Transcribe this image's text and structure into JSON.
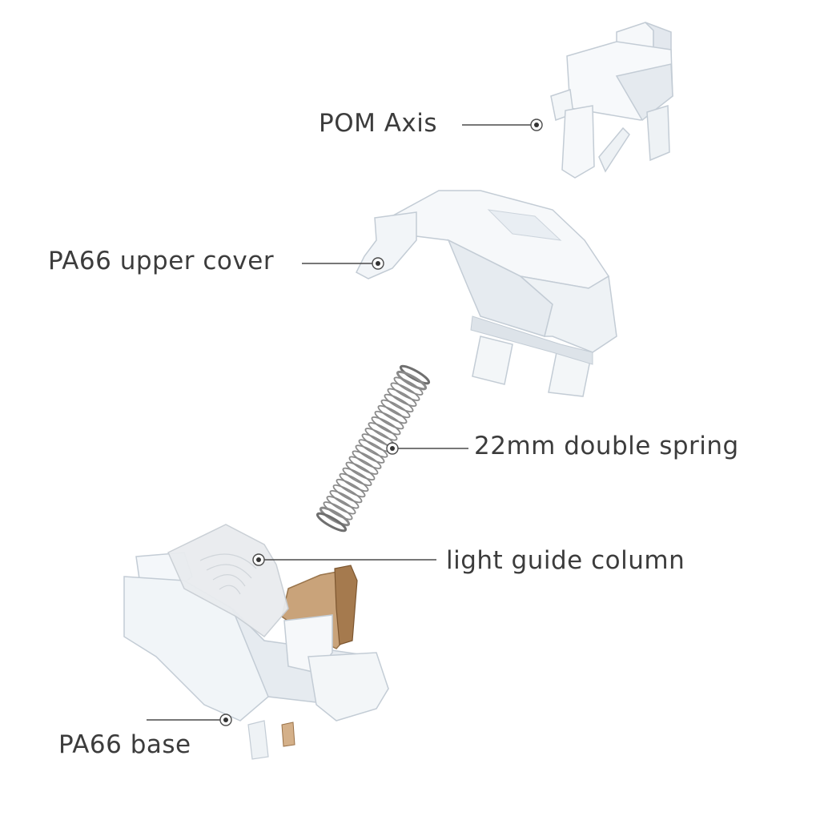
{
  "callouts": {
    "pom_axis": "POM Axis",
    "upper_cover": "PA66 upper cover",
    "spring": "22mm double spring",
    "light_guide": "light guide column",
    "base": "PA66 base"
  },
  "colors": {
    "background": "#ffffff",
    "plastic": "#f4f7fa",
    "plastic_shade": "#d9e0e8",
    "plastic_edge": "#b9c3cd",
    "light_guide": "#e9ecef",
    "metal": "#8a8a8a",
    "copper": "#a57a4e",
    "leader_line": "#4a4a4a",
    "text": "#3c3c3c"
  }
}
